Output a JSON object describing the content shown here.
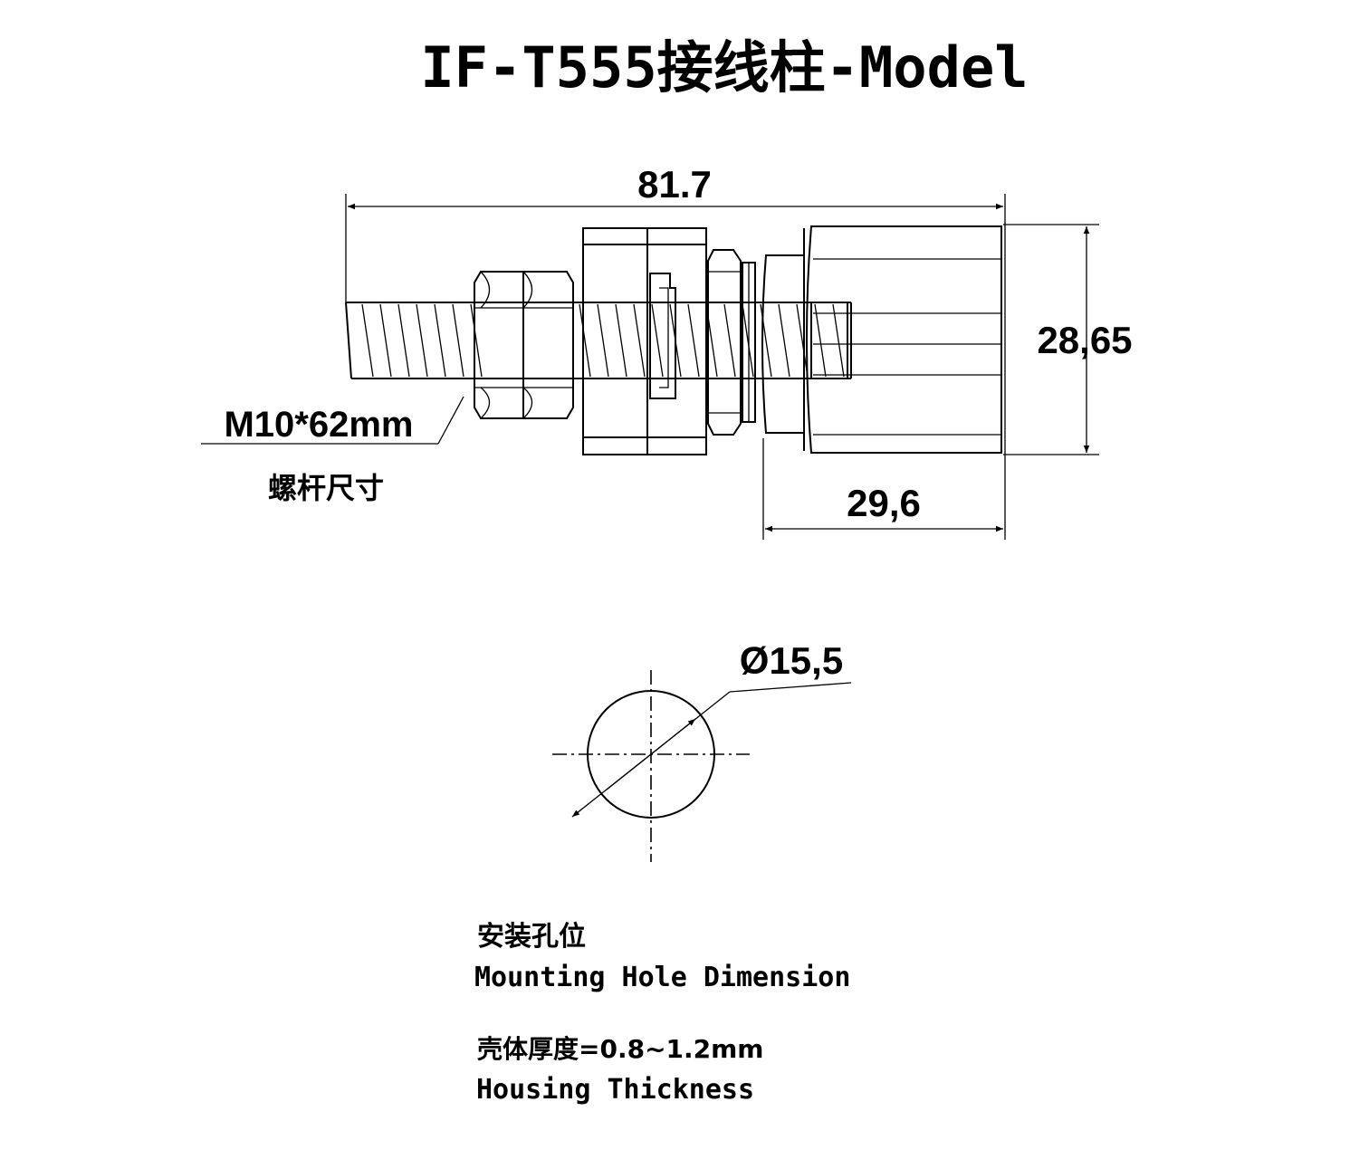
{
  "title": "IF-T555接线柱-Model",
  "dimensions": {
    "overall_length": "81.7",
    "height": "28,65",
    "cap_length": "29,6",
    "bolt_size": "M10*62mm",
    "bolt_size_cn": "螺杆尺寸",
    "hole_diameter": "Ø15,5"
  },
  "mounting": {
    "cn": "安装孔位",
    "en": "Mounting Hole Dimension"
  },
  "housing": {
    "cn": "壳体厚度=0.8~1.2mm",
    "en": "Housing Thickness"
  }
}
